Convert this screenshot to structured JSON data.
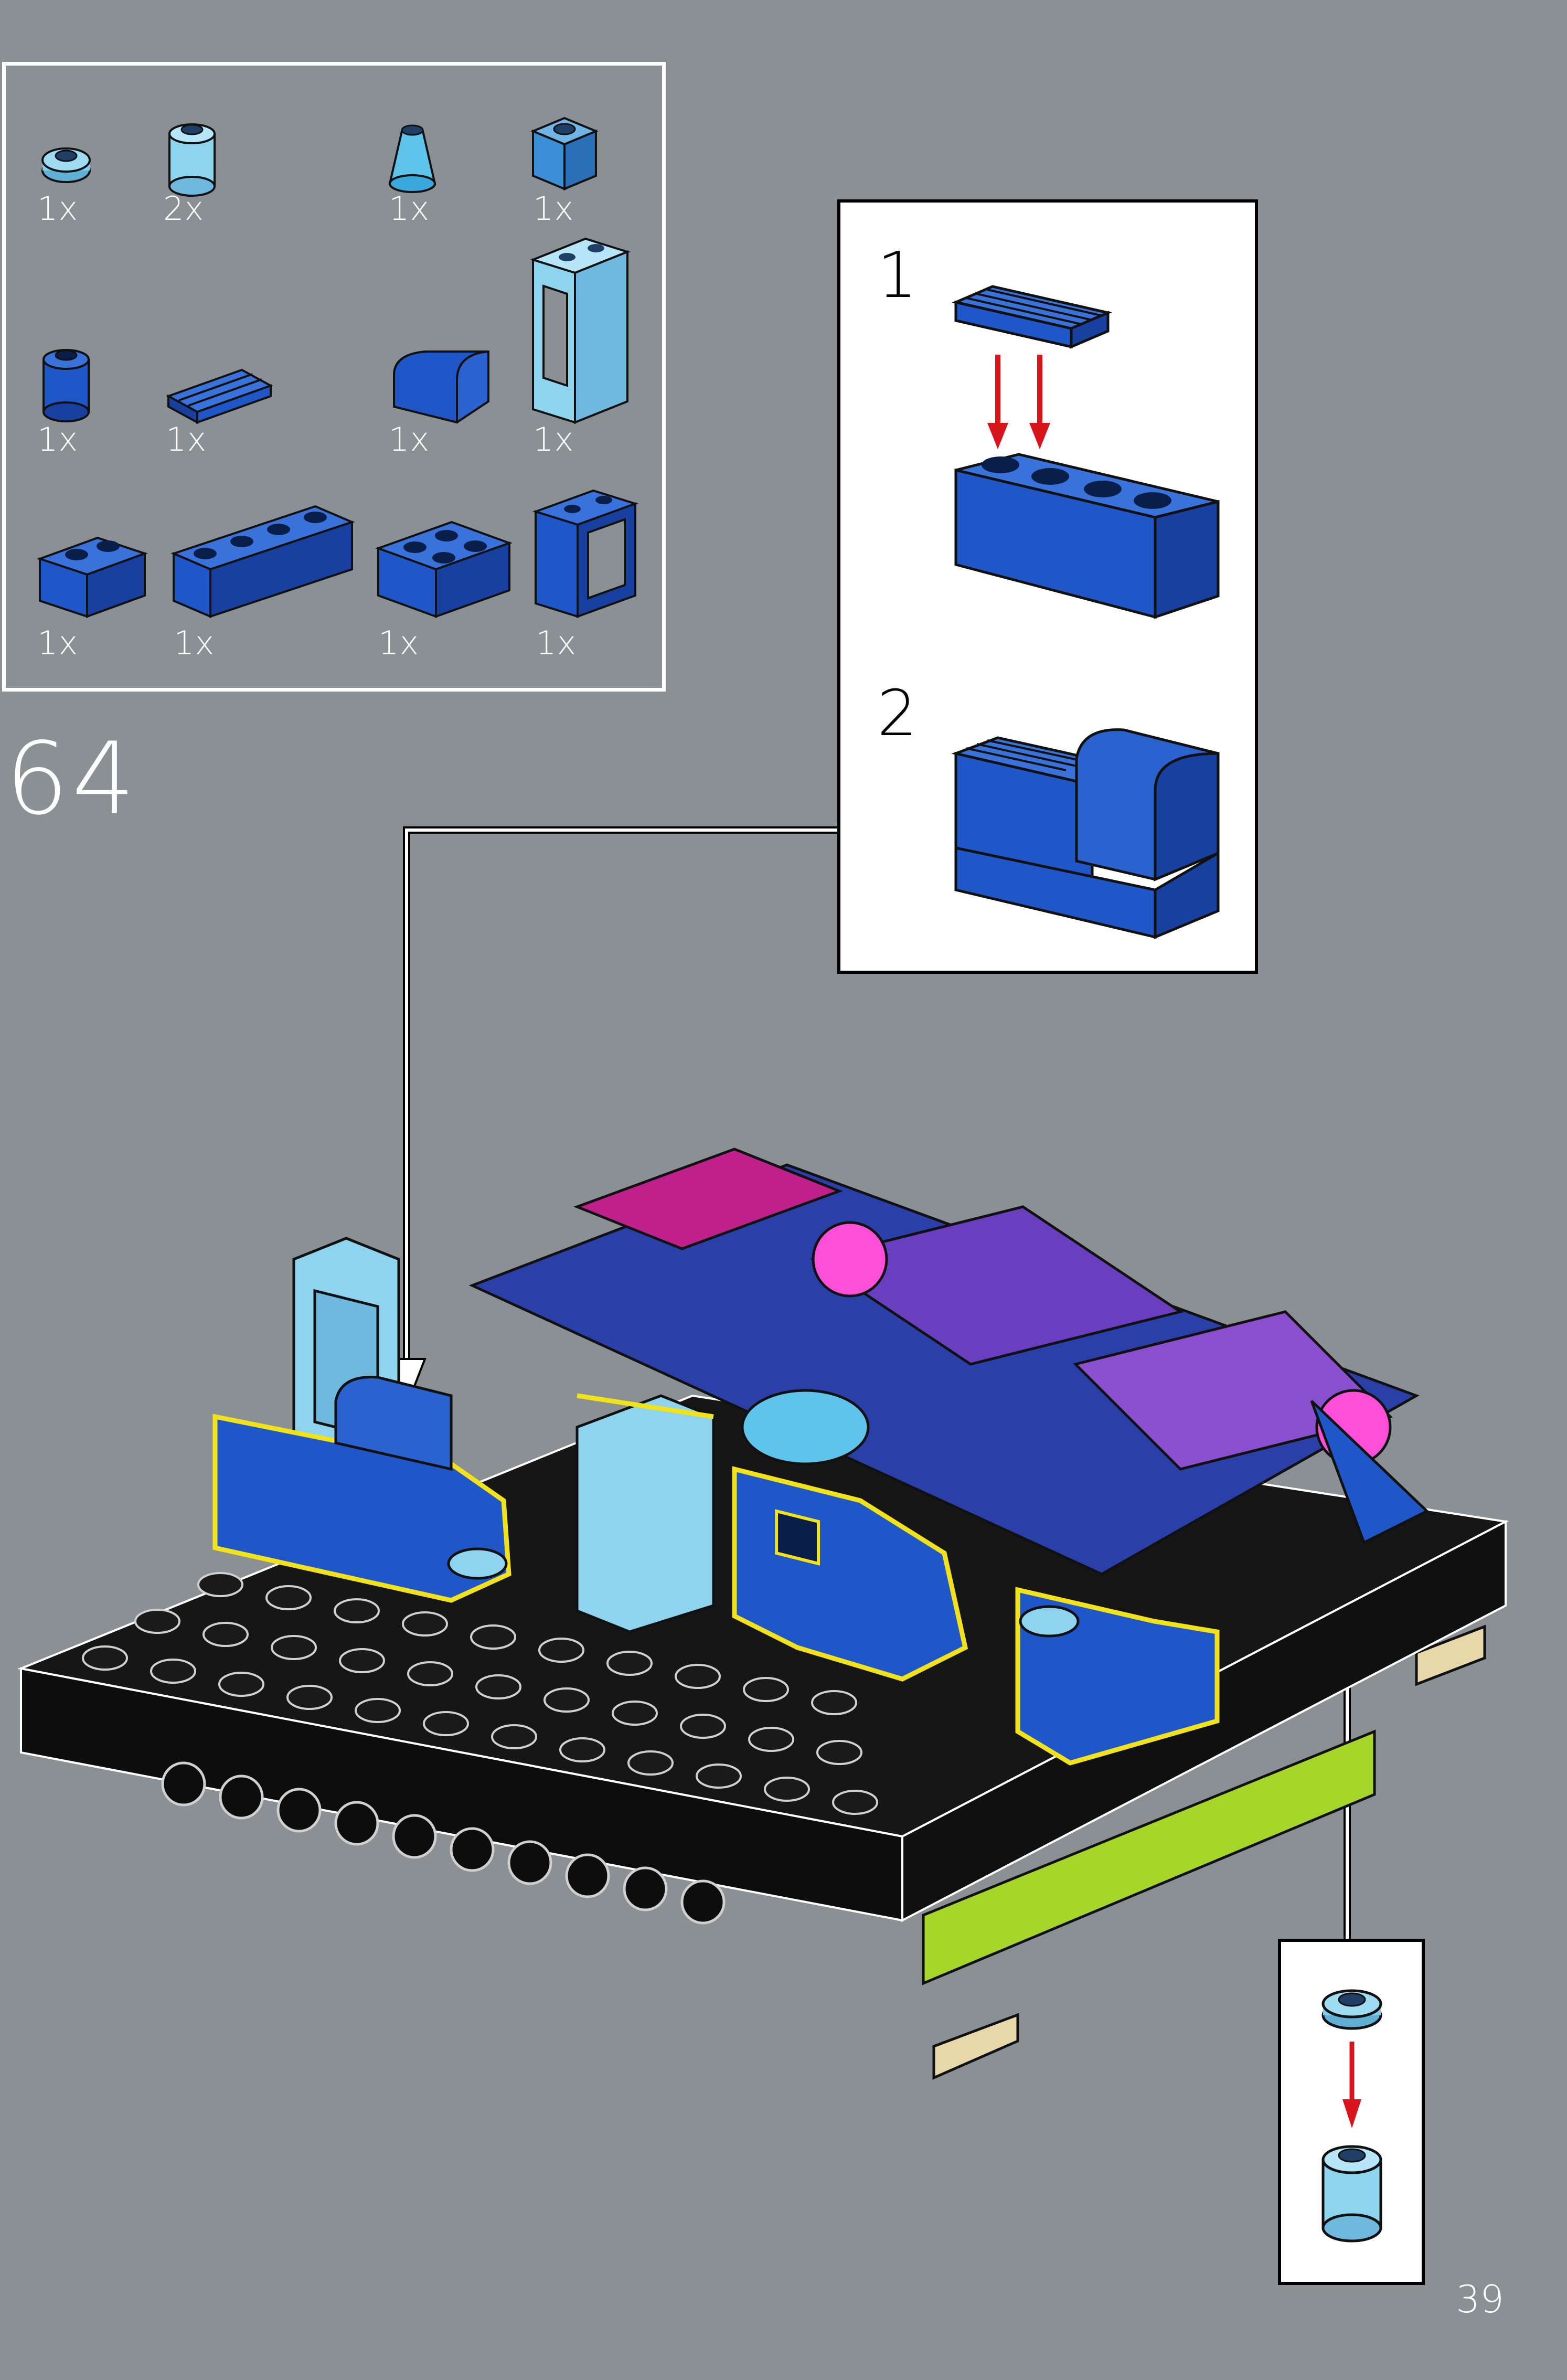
{
  "page": {
    "step_number": "64",
    "page_number": "39"
  },
  "parts_list": [
    {
      "name": "round-plate-1x1",
      "qty": "1x",
      "color": "#7fd0ec"
    },
    {
      "name": "round-brick-1x1",
      "qty": "2x",
      "color": "#8fd4ef"
    },
    {
      "name": "cone-1x1",
      "qty": "1x",
      "color": "#5fc4ec"
    },
    {
      "name": "brick-1x1",
      "qty": "1x",
      "color": "#3a8fd6"
    },
    {
      "name": "round-brick-1x1",
      "qty": "1x",
      "color": "#1f56c8"
    },
    {
      "name": "grille-plate-1x2",
      "qty": "1x",
      "color": "#1f56c8"
    },
    {
      "name": "curved-slope",
      "qty": "1x",
      "color": "#1f56c8"
    },
    {
      "name": "window-frame-1x2x3",
      "qty": "1x",
      "color": "#8fd4ef"
    },
    {
      "name": "brick-1x2",
      "qty": "1x",
      "color": "#1f56c8"
    },
    {
      "name": "brick-1x4",
      "qty": "1x",
      "color": "#1f56c8"
    },
    {
      "name": "brick-2x2",
      "qty": "1x",
      "color": "#1f56c8"
    },
    {
      "name": "window-frame-1x2x2",
      "qty": "1x",
      "color": "#1f56c8"
    }
  ],
  "substeps": [
    {
      "label": "1"
    },
    {
      "label": "2"
    }
  ],
  "colors": {
    "background": "#8a9094",
    "brick_blue": "#1f56c8",
    "brick_light_blue": "#8fd4ef",
    "baseplate": "#111111",
    "highlight": "#f2e21a",
    "arrow_red": "#d8141c",
    "lime": "#a7d62a",
    "magenta": "#c0208c",
    "purple": "#6a3fbf"
  }
}
